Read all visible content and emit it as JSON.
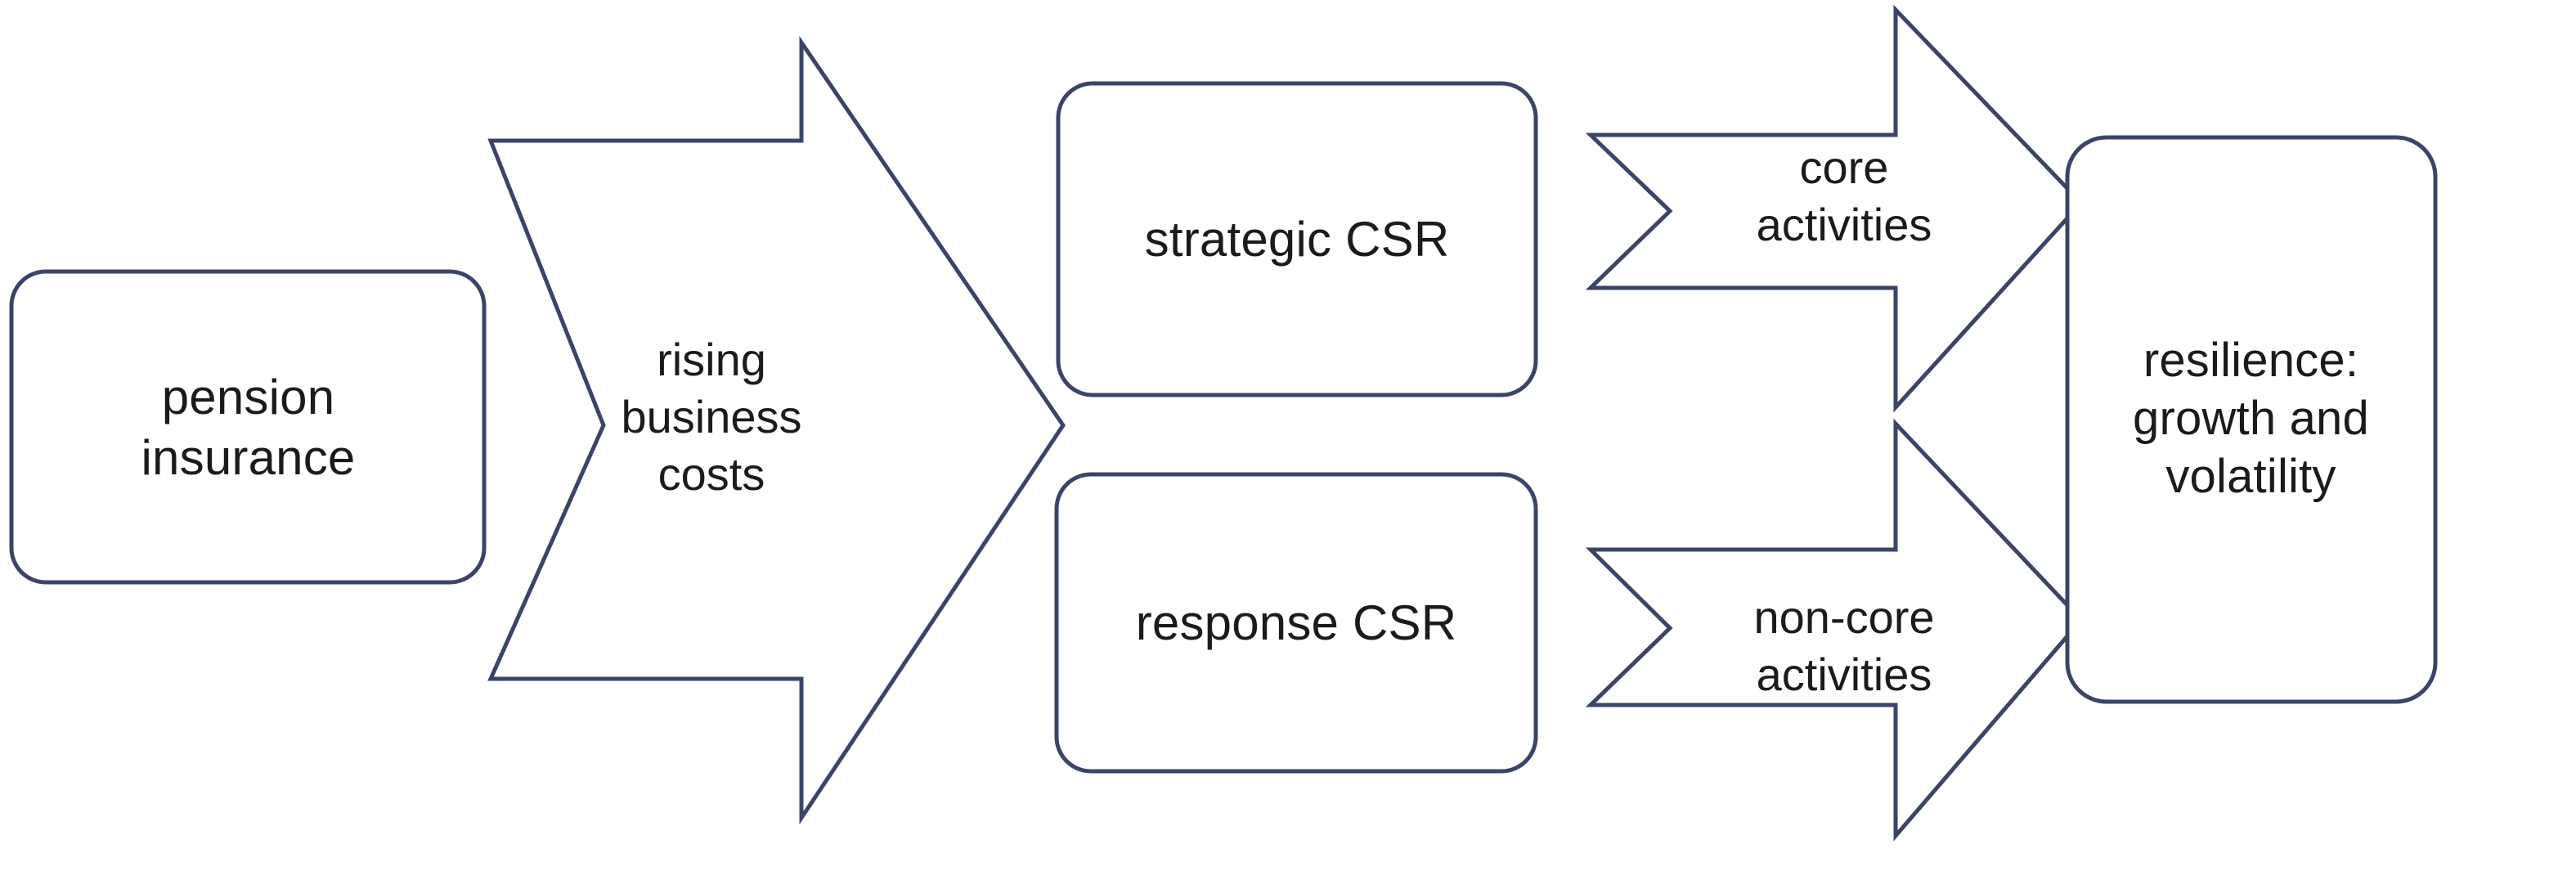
{
  "diagram": {
    "type": "flow-diagram",
    "background_color": "#ffffff",
    "stroke_color": "#3b4468",
    "text_color": "#1b1b1b",
    "nodes": [
      {
        "id": "pension-insurance",
        "shape": "rounded-rectangle",
        "label": "pension\ninsurance"
      },
      {
        "id": "strategic-csr",
        "shape": "rounded-rectangle",
        "label": "strategic CSR"
      },
      {
        "id": "response-csr",
        "shape": "rounded-rectangle",
        "label": "response CSR"
      },
      {
        "id": "resilience",
        "shape": "rounded-rectangle",
        "label": "resilience:\ngrowth and\nvolatility"
      }
    ],
    "arrows": [
      {
        "id": "rising-costs",
        "shape": "right-arrow",
        "label": "rising\nbusiness\ncosts",
        "from": "pension-insurance",
        "to": "strategic-csr, response-csr"
      },
      {
        "id": "core-activities",
        "shape": "chevron-arrow",
        "label": "core\nactivities",
        "from": "strategic-csr",
        "to": "resilience"
      },
      {
        "id": "non-core-activities",
        "shape": "chevron-arrow",
        "label": "non-core\nactivities",
        "from": "response-csr",
        "to": "resilience"
      }
    ]
  }
}
